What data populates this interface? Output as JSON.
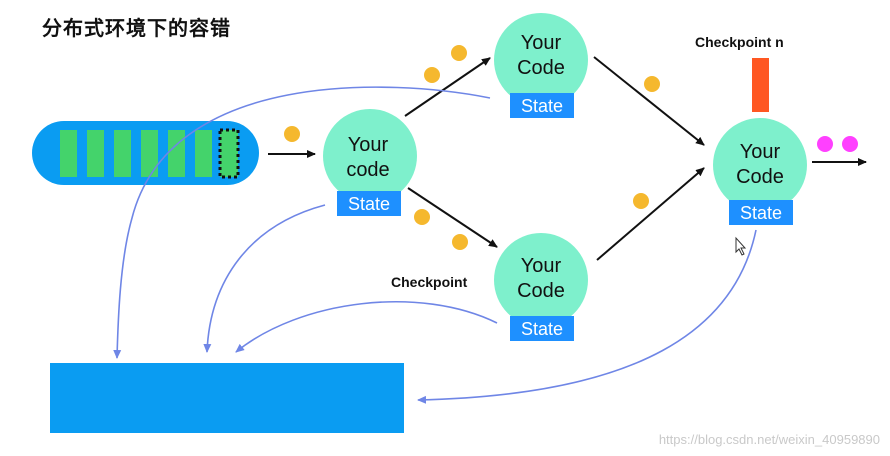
{
  "title": "分布式环境下的容错",
  "nodes": [
    {
      "id": "source-op",
      "line1": "Your",
      "line2": "code",
      "state": "State"
    },
    {
      "id": "upper-op",
      "line1": "Your",
      "line2": "Code",
      "state": "State"
    },
    {
      "id": "lower-op",
      "line1": "Your",
      "line2": "Code",
      "state": "State"
    },
    {
      "id": "sink-op",
      "line1": "Your",
      "line2": "Code",
      "state": "State"
    }
  ],
  "labels": {
    "checkpoint": "Checkpoint",
    "checkpoint_n": "Checkpoint n"
  },
  "watermark": "https://blog.csdn.net/weixin_40959890",
  "colors": {
    "node_fill": "#7ef0cc",
    "state_fill": "#1e90ff",
    "queue_fill": "#0a9cf2",
    "queue_item": "#44d36b",
    "storage_fill": "#0a9cf2",
    "event_dot": "#f5b82e",
    "output_dot": "#ff40ff",
    "checkpoint_bar": "#ff5722",
    "snapshot_arrow": "#6f86e6"
  }
}
